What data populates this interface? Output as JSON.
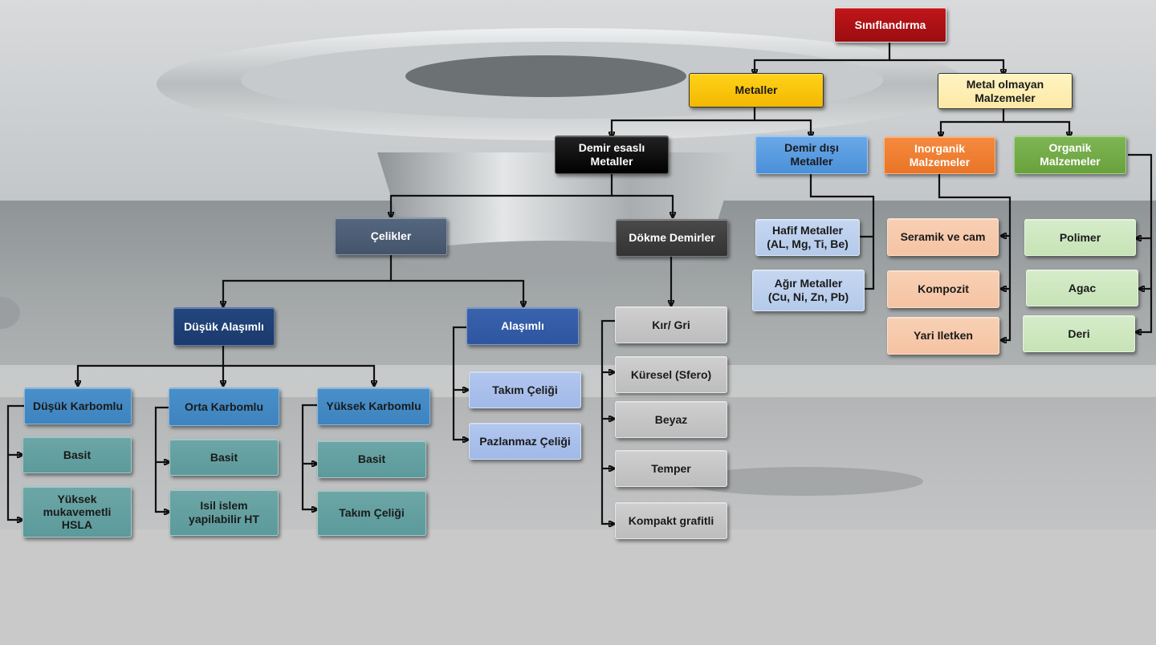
{
  "colors": {
    "root": "#a50f13",
    "metals": "#f5bb00",
    "non_metals": "#fdedb0",
    "ferrous": "#000000",
    "non_ferrous": "#4a90d9",
    "inorganic": "#ed7a2c",
    "organic": "#6aa83f",
    "steels": "#4a5a70",
    "cast_irons": "#3a3a3a",
    "low_alloy": "#1f3f76",
    "alloyed": "#2f57a3",
    "carbon": "#3e86c4",
    "leaf_teal": "#5f9c9c"
  },
  "nodes": {
    "root": "Sınıflandırma",
    "metals": "Metaller",
    "non_metals": "Metal olmayan\nMalzemeler",
    "ferrous": "Demir esaslı\nMetaller",
    "non_ferrous": "Demir dışı\nMetaller",
    "inorganic": "Inorganik\nMalzemeler",
    "organic": "Organik\nMalzemeler",
    "steels": "Çelikler",
    "cast_irons": "Dökme Demirler",
    "light_metals": "Hafif Metaller\n(AL, Mg, Ti, Be)",
    "heavy_metals": "Ağır Metaller\n(Cu, Ni, Zn, Pb)",
    "ceramic_glass": "Seramik ve cam",
    "composite": "Kompozit",
    "semiconductor": "Yari Iletken",
    "polymer": "Polimer",
    "wood": "Agac",
    "leather": "Deri",
    "low_alloy": "Düşük Alaşımlı",
    "alloyed": "Alaşımlı",
    "gray_iron": "Kır/ Gri",
    "nodular_iron": "Küresel (Sfero)",
    "white_iron": "Beyaz",
    "malleable_iron": "Temper",
    "compacted_graphite": "Kompakt grafitli",
    "tool_steel_alloy": "Takım Çeliği",
    "stainless_steel": "Pazlanmaz Çeliği",
    "low_carbon": "Düşük  Karbomlu",
    "medium_carbon": "Orta Karbomlu",
    "high_carbon": "Yüksek Karbomlu",
    "low_carbon_plain": "Basit",
    "hsla": "Yüksek\nmukavemetli\nHSLA",
    "medium_carbon_plain": "Basit",
    "heat_treatable": "Isil islem\nyapilabilir HT",
    "high_carbon_plain": "Basit",
    "tool_steel_carbon": "Takım Çeliği"
  }
}
